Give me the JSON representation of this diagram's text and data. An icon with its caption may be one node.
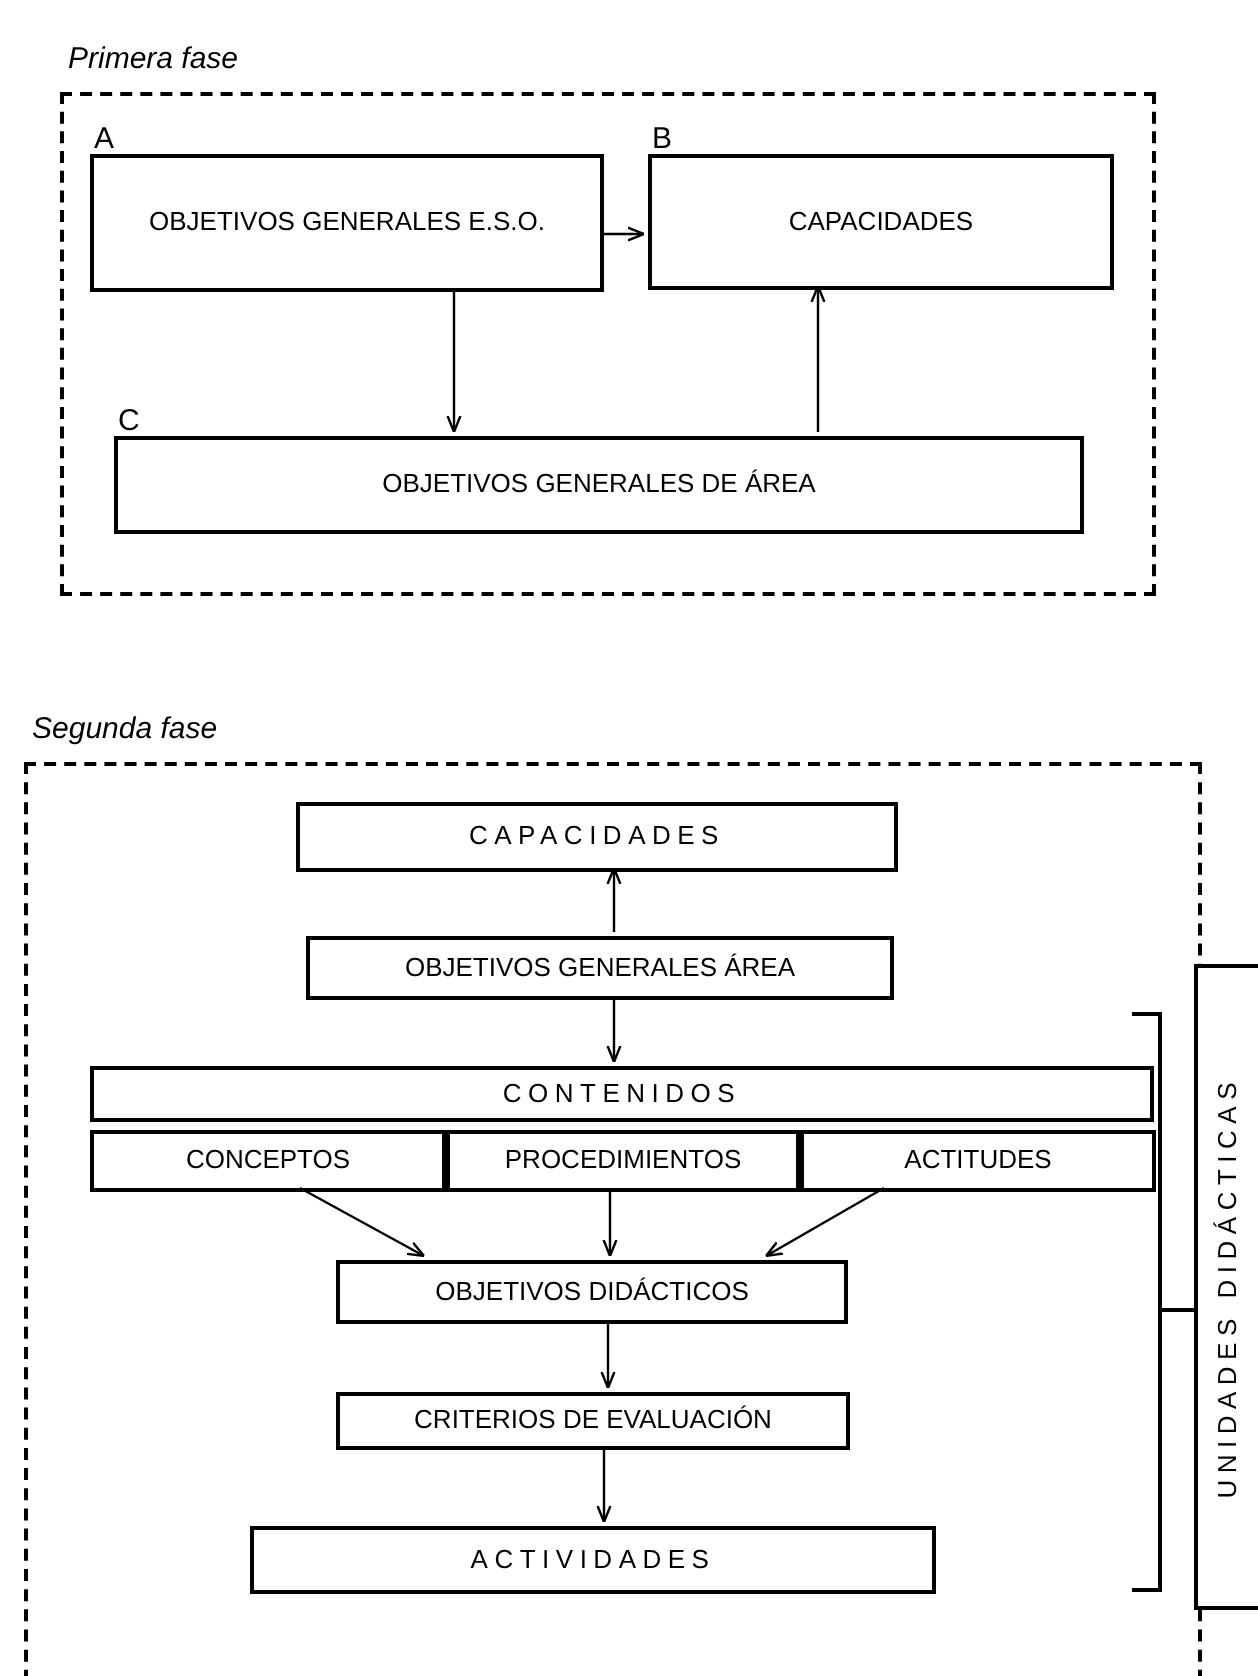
{
  "diagram": {
    "nodes": [
      {
        "text": [
          "Primera fase"
        ]
      },
      {
        "text": [
          "OBJETIVOS GENERALES E.S.O."
        ],
        "in": 0,
        "beside": [
          "A"
        ]
      },
      {
        "text": [
          "CAPACIDADES"
        ],
        "in": 0,
        "beside": [
          "B"
        ]
      },
      {
        "text": [
          "OBJETIVOS GENERALES DE ÁREA"
        ],
        "in": 0,
        "beside": [
          "C"
        ]
      },
      {
        "text": [
          "Segunda fase"
        ]
      },
      {
        "text": [
          "CAPACIDADES"
        ],
        "in": 4
      },
      {
        "text": [
          "OBJETIVOS GENERALES ÁREA"
        ],
        "in": 4
      },
      {
        "text": [
          "CONTENIDOS"
        ],
        "in": 4
      },
      {
        "text": [
          "CONCEPTOS"
        ],
        "in": 4
      },
      {
        "text": [
          "PROCEDIMIENTOS"
        ],
        "in": 4
      },
      {
        "text": [
          "ACTITUDES"
        ],
        "in": 4
      },
      {
        "text": [
          "OBJETIVOS DIDÁCTICOS"
        ],
        "in": 4
      },
      {
        "text": [
          "CRITERIOS DE EVALUACIÓN"
        ],
        "in": 4
      },
      {
        "text": [
          "ACTIVIDADES"
        ],
        "in": 4
      },
      {
        "text": [
          "UNIDADES DIDÁCTICAS"
        ]
      }
    ],
    "edges": [
      {
        "from": 1,
        "to": 2,
        "arrow": "to"
      },
      {
        "from": 1,
        "to": 3,
        "arrow": "to"
      },
      {
        "from": 3,
        "to": 2,
        "arrow": "to"
      },
      {
        "from": 6,
        "to": 5,
        "arrow": "to"
      },
      {
        "from": 6,
        "to": 7,
        "arrow": "to"
      },
      {
        "from": 8,
        "to": 11,
        "arrow": "to"
      },
      {
        "from": 9,
        "to": 11,
        "arrow": "to"
      },
      {
        "from": 10,
        "to": 11,
        "arrow": "to"
      },
      {
        "from": 11,
        "to": 12,
        "arrow": "to"
      },
      {
        "from": 12,
        "to": 13,
        "arrow": "to"
      }
    ]
  }
}
